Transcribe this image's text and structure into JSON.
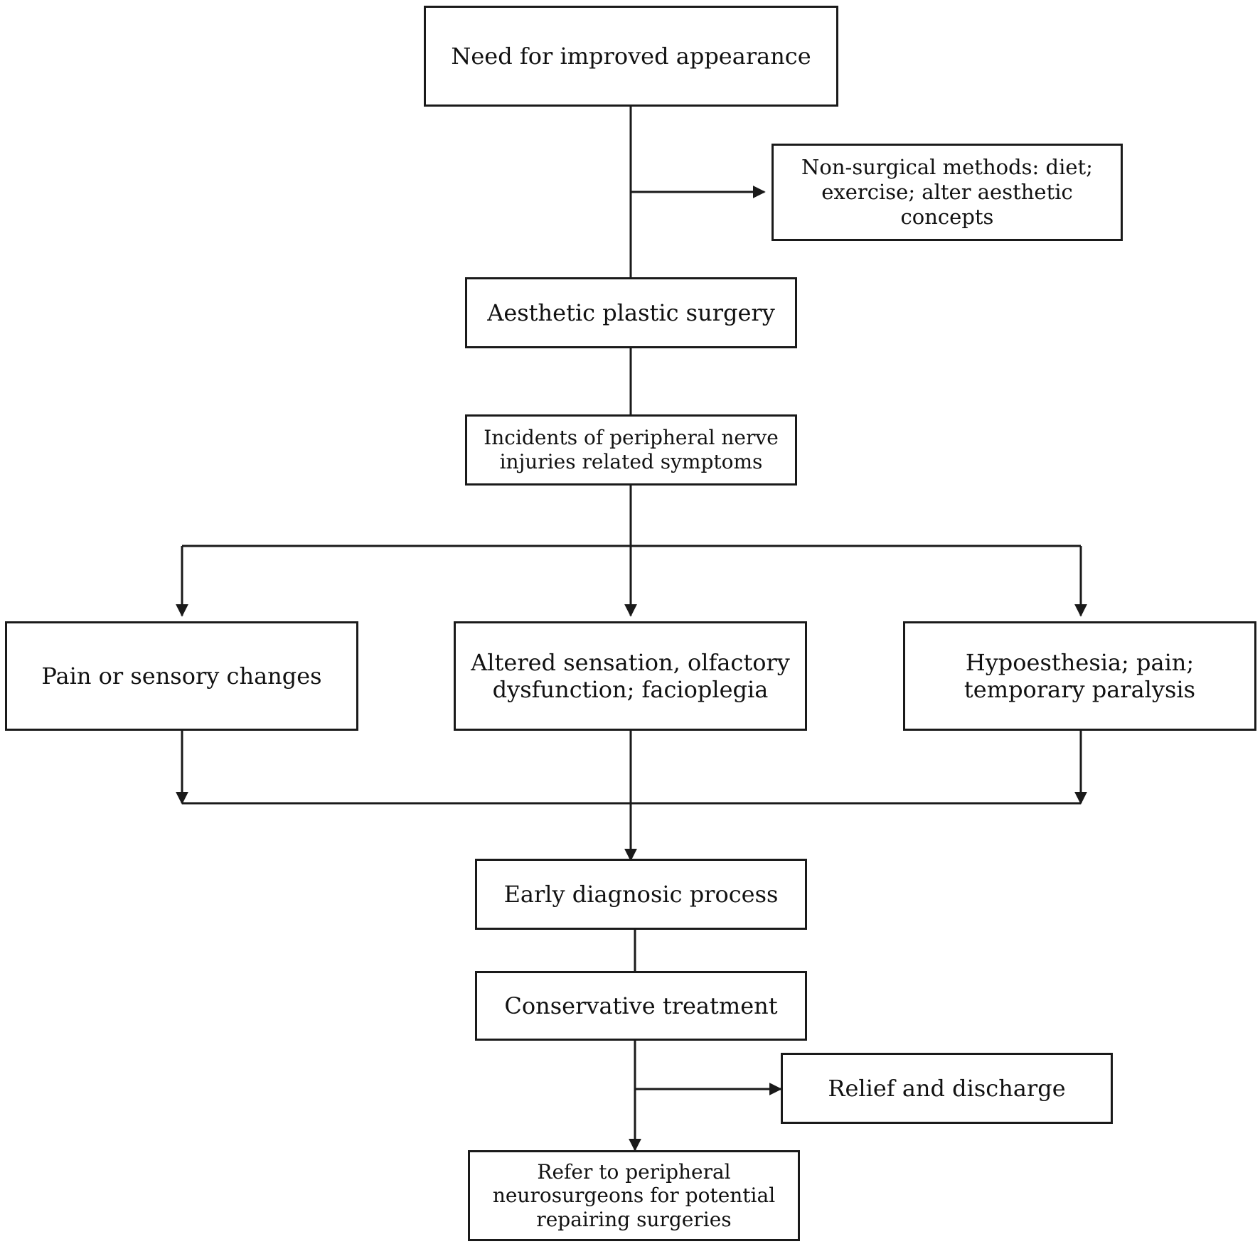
{
  "flowchart": {
    "nodes": {
      "need": "Need for improved appearance",
      "nonsurgical": "Non-surgical methods: diet; exercise; alter aesthetic concepts",
      "aesthetic": "Aesthetic plastic surgery",
      "incidents": "Incidents of peripheral nerve injuries related symptoms",
      "pain": "Pain or sensory changes",
      "altered": "Altered sensation, olfactory dysfunction; facioplegia",
      "hypo": "Hypoesthesia; pain; temporary paralysis",
      "early": "Early diagnosic process",
      "conservative": "Conservative treatment",
      "relief": "Relief and discharge",
      "refer": "Refer to peripheral neurosurgeons for potential repairing surgeries"
    },
    "edges": [
      {
        "from": "need",
        "to": "nonsurgical"
      },
      {
        "from": "need",
        "to": "aesthetic"
      },
      {
        "from": "aesthetic",
        "to": "incidents"
      },
      {
        "from": "incidents",
        "to": "pain"
      },
      {
        "from": "incidents",
        "to": "altered"
      },
      {
        "from": "incidents",
        "to": "hypo"
      },
      {
        "from": "pain",
        "to": "early"
      },
      {
        "from": "altered",
        "to": "early"
      },
      {
        "from": "hypo",
        "to": "early"
      },
      {
        "from": "early",
        "to": "conservative"
      },
      {
        "from": "conservative",
        "to": "relief"
      },
      {
        "from": "conservative",
        "to": "refer"
      }
    ],
    "line_color": "#1a1a1a"
  }
}
